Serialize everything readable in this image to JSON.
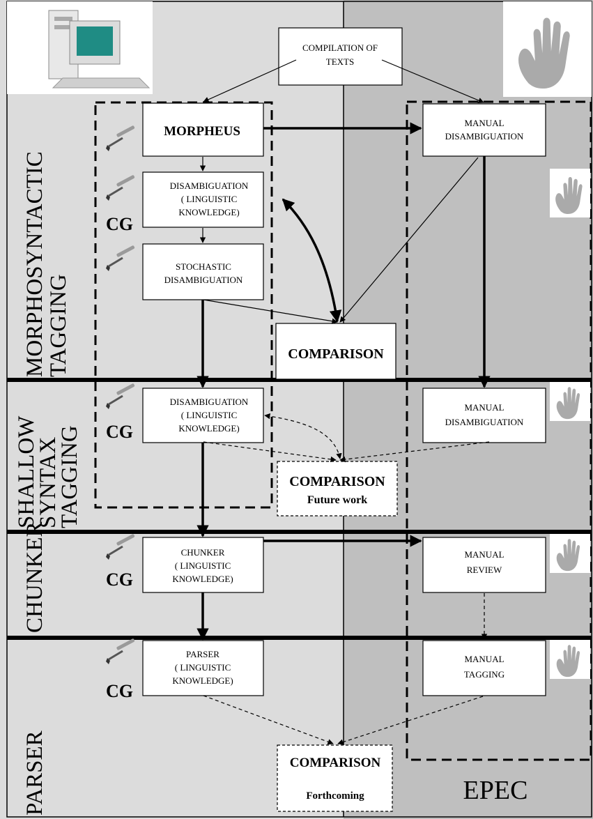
{
  "top": {
    "compilation": [
      "COMPILATION OF",
      "TEXTS"
    ]
  },
  "stages": {
    "morphosyntactic": [
      "MORPHOSYNTACTIC",
      "TAGGING"
    ],
    "shallow": [
      "SHALLOW",
      "SYNTAX",
      "TAGGING"
    ],
    "chunker": "CHUNKER",
    "parser": "PARSER"
  },
  "automatic": {
    "morpheus": "MORPHEUS",
    "disambiguation_1": [
      "DISAMBIGUATION",
      "( LINGUISTIC",
      "KNOWLEDGE)"
    ],
    "stochastic": [
      "STOCHASTIC",
      "DISAMBIGUATION"
    ],
    "disambiguation_2": [
      "DISAMBIGUATION",
      "( LINGUISTIC",
      "KNOWLEDGE)"
    ],
    "chunker": [
      "CHUNKER",
      "( LINGUISTIC",
      "KNOWLEDGE)"
    ],
    "parser": [
      "PARSER",
      "( LINGUISTIC",
      "KNOWLEDGE)"
    ],
    "cg_label": "CG"
  },
  "manual": {
    "disambiguation_1": [
      "MANUAL",
      "DISAMBIGUATION"
    ],
    "disambiguation_2": [
      "MANUAL",
      "DISAMBIGUATION"
    ],
    "review": [
      "MANUAL",
      "REVIEW"
    ],
    "tagging": [
      "MANUAL",
      "TAGGING"
    ],
    "epec": "EPEC"
  },
  "comparisons": {
    "first": "COMPARISON",
    "second": [
      "COMPARISON",
      "Future work"
    ],
    "third": [
      "COMPARISON",
      "Forthcoming"
    ]
  },
  "icons": {
    "computer": "computer-icon",
    "hand": "hand-icon",
    "tool": "screwdriver-icon"
  },
  "colors": {
    "left_panel": "#dcdcdc",
    "right_panel": "#bfbfbf",
    "box": "#ffffff",
    "line": "#000000"
  }
}
